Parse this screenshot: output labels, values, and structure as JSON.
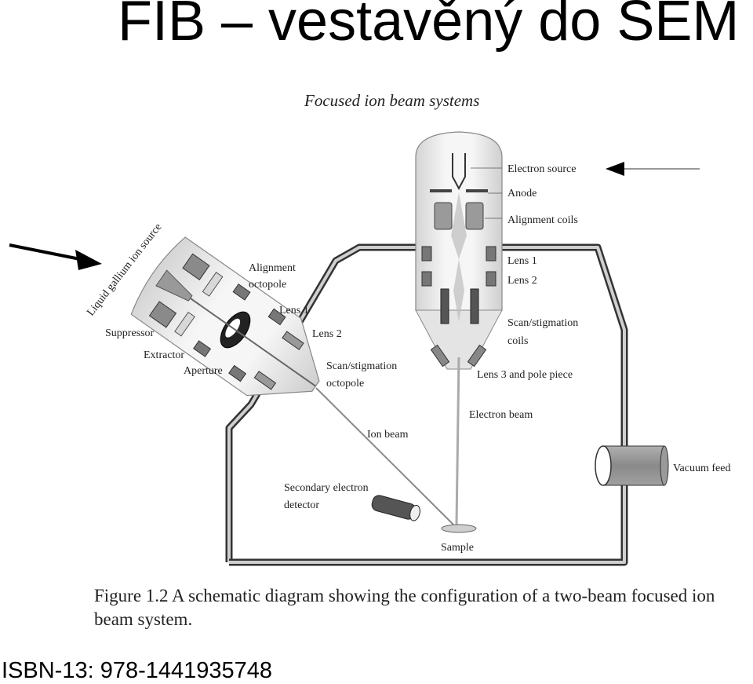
{
  "slide": {
    "title": "FIB – vestavěný do SEM",
    "isbn": "ISBN-13: 978-1441935748"
  },
  "figure": {
    "title": "Focused ion beam systems",
    "caption": "Figure 1.2 A schematic diagram showing the configuration of a two-beam focused ion beam system.",
    "labels": {
      "electron_source": "Electron source",
      "anode": "Anode",
      "alignment_coils": "Alignment coils",
      "lens1": "Lens 1",
      "lens2_electron": "Lens 2",
      "scan_stig_coils_1": "Scan/stigmation",
      "scan_stig_coils_2": "coils",
      "lens3_pole_piece": "Lens 3 and pole piece",
      "electron_beam": "Electron beam",
      "vacuum_feed": "Vacuum feed",
      "liquid_gallium": "Liquid gallium ion source",
      "alignment_octopole_1": "Alignment",
      "alignment_octopole_2": "octopole",
      "lens1_ion": "Lens 1",
      "lens2_ion": "Lens 2",
      "suppressor": "Suppressor",
      "extractor": "Extractor",
      "aperture": "Aperture",
      "scan_stig_octopole_1": "Scan/stigmation",
      "scan_stig_octopole_2": "octopole",
      "ion_beam": "Ion beam",
      "secondary_detector_1": "Secondary electron",
      "secondary_detector_2": "detector",
      "sample": "Sample"
    }
  }
}
